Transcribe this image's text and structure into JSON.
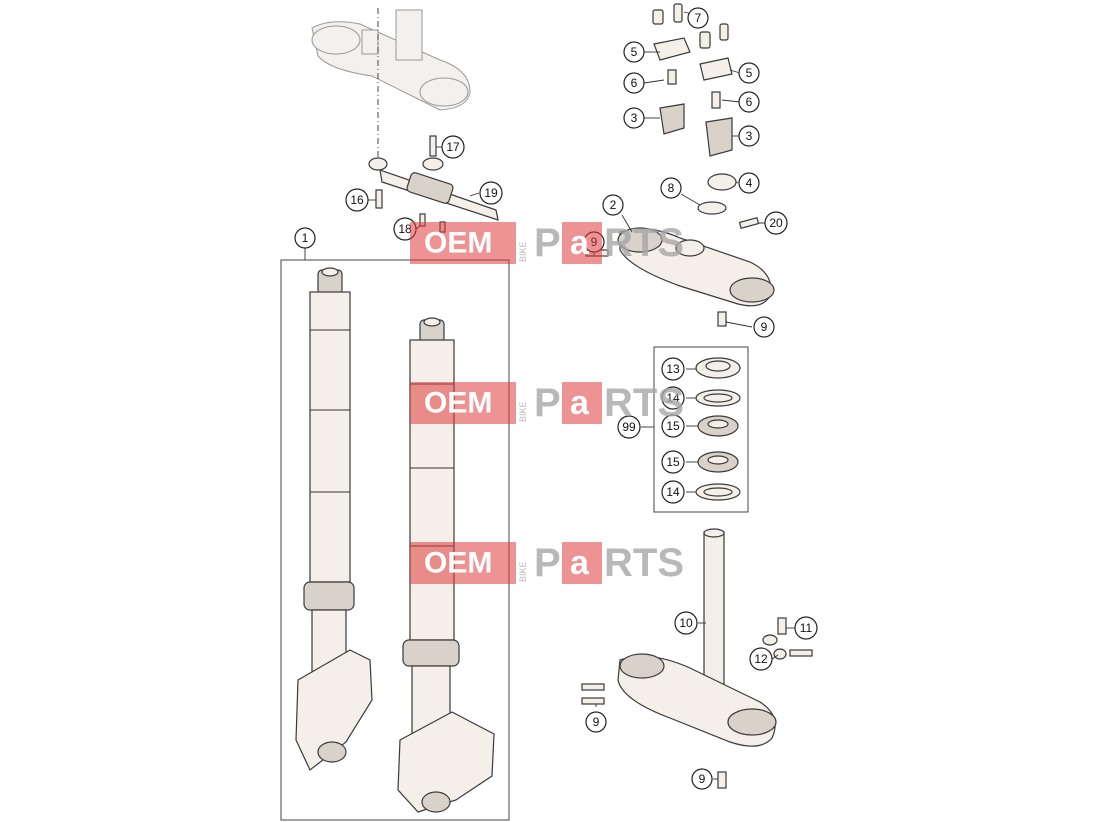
{
  "diagram": {
    "watermark": {
      "left_text": "OEM",
      "side_text": "BIKE",
      "right_text_1": "P",
      "right_text_2": "a",
      "right_text_3": "RTS"
    },
    "callouts": {
      "c1": "1",
      "c2": "2",
      "c3a": "3",
      "c3b": "3",
      "c4": "4",
      "c5a": "5",
      "c5b": "5",
      "c6a": "6",
      "c6b": "6",
      "c7": "7",
      "c8": "8",
      "c9a": "9",
      "c9b": "9",
      "c9c": "9",
      "c9d": "9",
      "c10": "10",
      "c11": "11",
      "c12": "12",
      "c13": "13",
      "c14a": "14",
      "c14b": "14",
      "c15a": "15",
      "c15b": "15",
      "c16": "16",
      "c17": "17",
      "c18": "18",
      "c19": "19",
      "c20": "20",
      "c99": "99"
    }
  }
}
